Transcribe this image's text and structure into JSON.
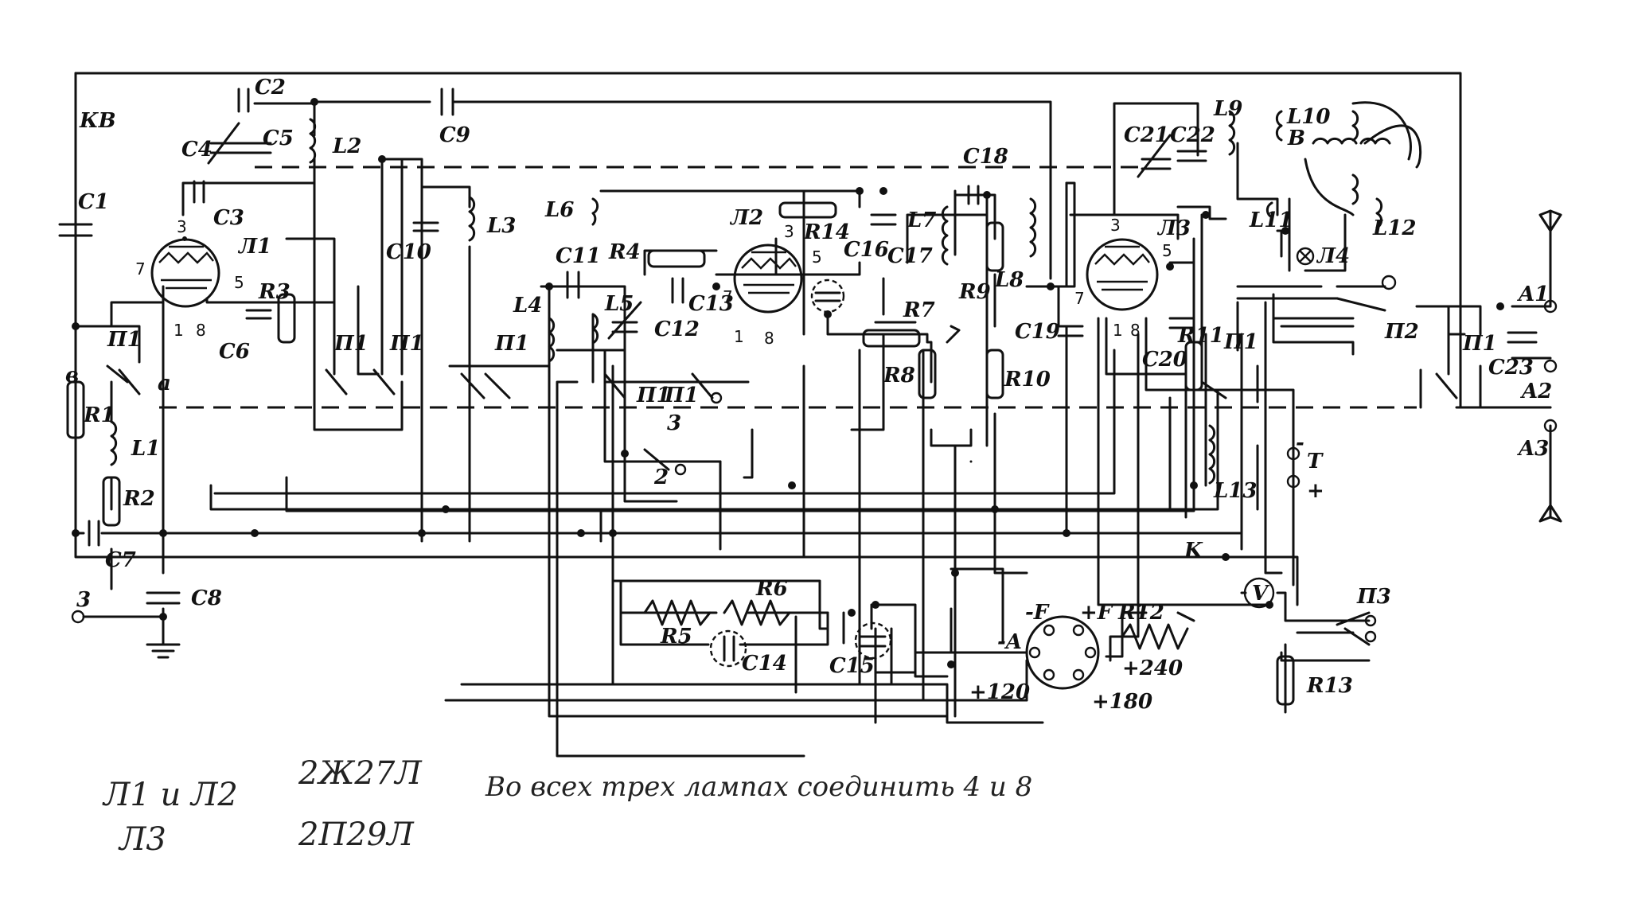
{
  "labels": {
    "kv": "КВ",
    "c1": "C1",
    "c2": "C2",
    "c3": "C3",
    "c4": "C4",
    "c5": "C5",
    "c6": "C6",
    "c7": "C7",
    "c8": "C8",
    "c9": "C9",
    "c10": "C10",
    "c11": "C11",
    "c12": "C12",
    "c13": "C13",
    "c14": "C14",
    "c15": "C15",
    "c16": "C16",
    "c17": "C17",
    "c18": "C18",
    "c19": "C19",
    "c20": "C20",
    "c21": "C21",
    "c22": "C22",
    "c23": "C23",
    "r1": "R1",
    "r2": "R2",
    "r3": "R3",
    "r4": "R4",
    "r5": "R5",
    "r6": "R6",
    "r7": "R7",
    "r8": "R8",
    "r9": "R9",
    "r10": "R10",
    "r11": "R11",
    "r12": "R12",
    "r13": "R13",
    "r14": "R14",
    "l1": "L1",
    "l2": "L2",
    "l3": "L3",
    "l4": "L4",
    "l5": "L5",
    "l6": "L6",
    "l7": "L7",
    "l8": "L8",
    "l9": "L9",
    "l10": "L10",
    "l11": "L11",
    "l12": "L12",
    "l13": "L13",
    "lamp1": "Л1",
    "lamp2": "Л2",
    "lamp3": "Л3",
    "lamp4": "Л4",
    "p1": "П1",
    "p2": "П2",
    "p3": "П3",
    "a1": "A1",
    "a2": "A2",
    "a3": "A3",
    "b": "B",
    "k": "K",
    "t": "T",
    "v": "V",
    "minus": "-",
    "plus": "+",
    "in": "в",
    "ia": "а",
    "z": "3",
    "two": "2",
    "minus_f": "-F",
    "plus_f": "+F",
    "minus_a": "-A",
    "plus120": "+120",
    "plus180": "+180",
    "plus240": "+240",
    "pin1": "1",
    "pin3": "3",
    "pin5": "5",
    "pin7": "7",
    "pin8": "8"
  },
  "notes": {
    "lamps12": "Л1 и Л2",
    "type12": "2Ж27Л",
    "instruction": "Во всех трех лампах соединить 4 и 8",
    "lamp3": "Л3",
    "type3": "2П29Л"
  }
}
